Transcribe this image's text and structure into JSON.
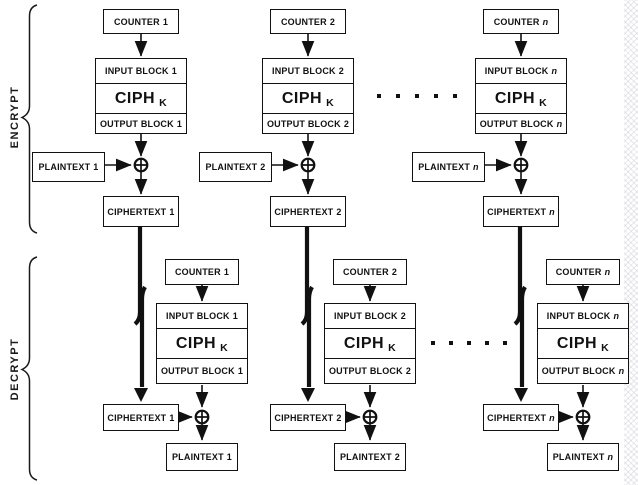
{
  "encrypt": {
    "section_label": "ENCRYPT",
    "columns": [
      {
        "counter": "COUNTER",
        "index": "1",
        "input": "INPUT BLOCK",
        "ciph": "CIPH",
        "ciph_sub": "K",
        "output": "OUTPUT BLOCK",
        "plaintext": "PLAINTEXT",
        "ciphertext": "CIPHERTEXT"
      },
      {
        "counter": "COUNTER",
        "index": "2",
        "input": "INPUT BLOCK",
        "ciph": "CIPH",
        "ciph_sub": "K",
        "output": "OUTPUT BLOCK",
        "plaintext": "PLAINTEXT",
        "ciphertext": "CIPHERTEXT"
      },
      {
        "counter": "COUNTER",
        "index": "n",
        "input": "INPUT BLOCK",
        "ciph": "CIPH",
        "ciph_sub": "K",
        "output": "OUTPUT BLOCK",
        "plaintext": "PLAINTEXT",
        "ciphertext": "CIPHERTEXT"
      }
    ]
  },
  "decrypt": {
    "section_label": "DECRYPT",
    "columns": [
      {
        "counter": "COUNTER",
        "index": "1",
        "input": "INPUT BLOCK",
        "ciph": "CIPH",
        "ciph_sub": "K",
        "output": "OUTPUT BLOCK",
        "ciphertext": "CIPHERTEXT",
        "plaintext": "PLAINTEXT"
      },
      {
        "counter": "COUNTER",
        "index": "2",
        "input": "INPUT BLOCK",
        "ciph": "CIPH",
        "ciph_sub": "K",
        "output": "OUTPUT BLOCK",
        "ciphertext": "CIPHERTEXT",
        "plaintext": "PLAINTEXT"
      },
      {
        "counter": "COUNTER",
        "index": "n",
        "input": "INPUT BLOCK",
        "ciph": "CIPH",
        "ciph_sub": "K",
        "output": "OUTPUT BLOCK",
        "ciphertext": "CIPHERTEXT",
        "plaintext": "PLAINTEXT"
      }
    ]
  },
  "colors": {
    "line": "#111111",
    "box_border": "#111111",
    "text": "#111111",
    "background": "#ffffff"
  }
}
